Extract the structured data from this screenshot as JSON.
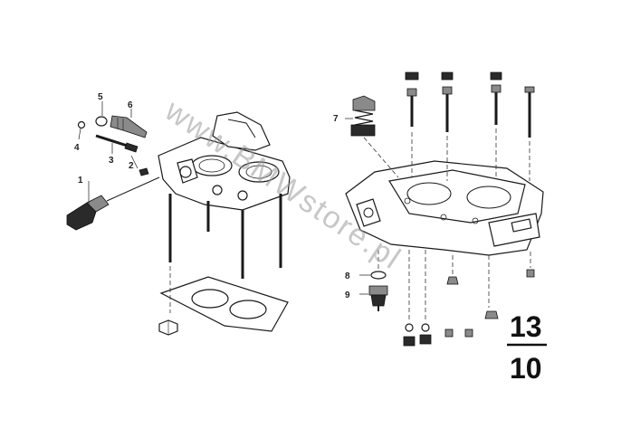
{
  "diagram": {
    "callouts": [
      "1",
      "2",
      "3",
      "4",
      "5",
      "6",
      "7",
      "8",
      "9"
    ],
    "group_number_top": "13",
    "group_number_bottom": "10",
    "watermark": "www.BMWstore.pl"
  },
  "colors": {
    "line": "#1a1a1a",
    "background": "#ffffff",
    "watermark": "#9a9a9a"
  }
}
